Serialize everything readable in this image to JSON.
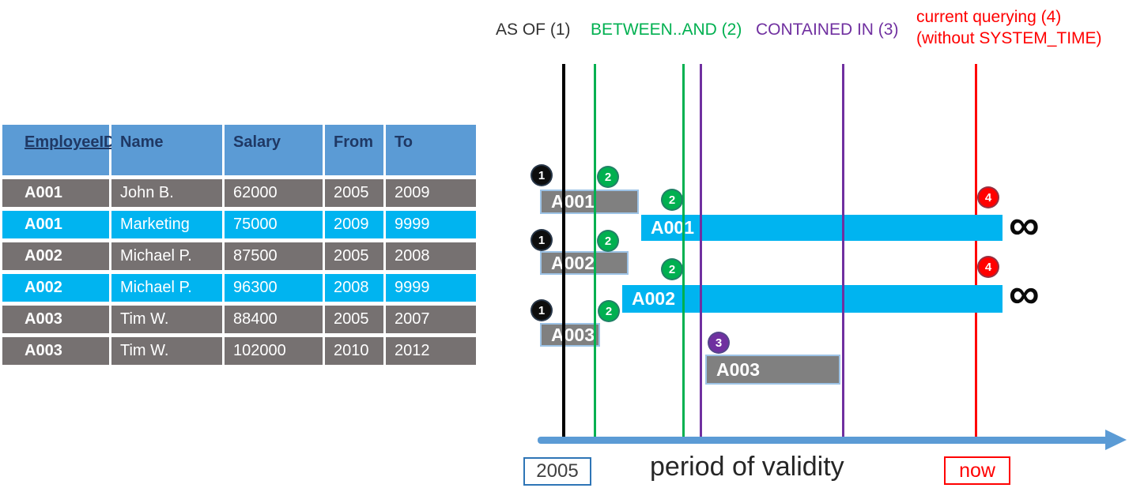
{
  "legend": {
    "as_of": "AS OF (1)",
    "between_and": "BETWEEN..AND (2)",
    "contained_in": "CONTAINED IN (3)",
    "current_querying_line1": "current querying (4)",
    "current_querying_line2": "(without SYSTEM_TIME)"
  },
  "table": {
    "headers": [
      "EmployeeID",
      "Name",
      "Salary",
      "From",
      "To"
    ],
    "rows": [
      [
        "A001",
        "John B.",
        "62000",
        "2005",
        "2009"
      ],
      [
        "A001",
        "Marketing",
        "75000",
        "2009",
        "9999"
      ],
      [
        "A002",
        "Michael P.",
        "87500",
        "2005",
        "2008"
      ],
      [
        "A002",
        "Michael P.",
        "96300",
        "2008",
        "9999"
      ],
      [
        "A003",
        "Tim W.",
        "88400",
        "2005",
        "2007"
      ],
      [
        "A003",
        "Tim W.",
        "102000",
        "2010",
        "2012"
      ]
    ]
  },
  "timeline": {
    "bars": [
      {
        "label": "A001",
        "period": "2005-2009",
        "open_ended": false
      },
      {
        "label": "A001",
        "period": "2009-9999",
        "open_ended": true
      },
      {
        "label": "A002",
        "period": "2005-2008",
        "open_ended": false
      },
      {
        "label": "A002",
        "period": "2008-9999",
        "open_ended": true
      },
      {
        "label": "A003",
        "period": "2005-2007",
        "open_ended": false
      },
      {
        "label": "A003",
        "period": "2010-2012",
        "open_ended": false
      }
    ],
    "badges": [
      "1",
      "2",
      "2",
      "4",
      "1",
      "2",
      "2",
      "4",
      "1",
      "2",
      "3"
    ],
    "infinity_symbol": "∞",
    "axis": {
      "start_label": "2005",
      "caption": "period of validity",
      "now_label": "now"
    }
  },
  "colors": {
    "header_blue": "#5B9BD5",
    "row_gray": "#767171",
    "row_cyan": "#00B4F0",
    "bar_gray": "#808080",
    "green": "#00B050",
    "purple": "#7030A0",
    "red": "#FF0000",
    "black": "#000000",
    "axis_blue": "#5B9BD5",
    "header_text_navy": "#1F3864"
  }
}
